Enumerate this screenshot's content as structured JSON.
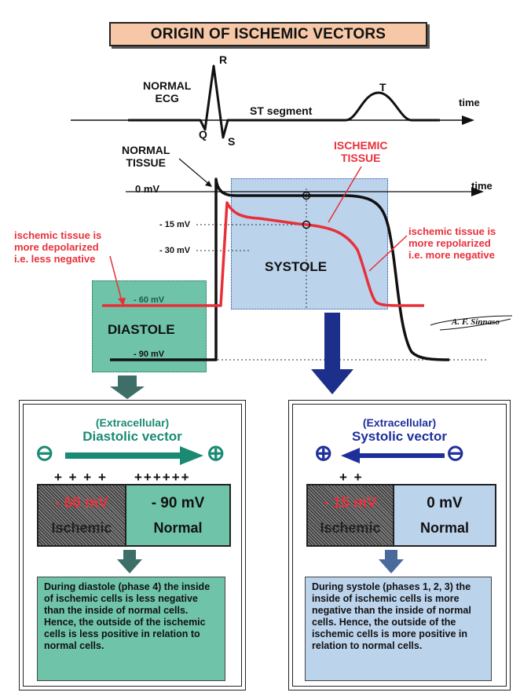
{
  "title": "ORIGIN OF ISCHEMIC VECTORS",
  "ecg": {
    "label": "NORMAL\nECG",
    "r": "R",
    "q": "Q",
    "s": "S",
    "t": "T",
    "st_segment": "ST segment",
    "time": "time"
  },
  "action_potential": {
    "normal_tissue": "NORMAL\nTISSUE",
    "ischemic_tissue": "ISCHEMIC\nTISSUE",
    "zero_mv": "0 mV",
    "time": "time",
    "minus15": "- 15 mV",
    "minus30": "- 30 mV",
    "minus60": "- 60 mV",
    "minus90": "- 90 mV",
    "systole": "SYSTOLE",
    "diastole": "DIASTOLE",
    "note_left": "ischemic tissue is\nmore depolarized\ni.e. less negative",
    "note_right": "ischemic tissue is\nmore repolarized\ni.e. more negative",
    "signature": "A. F. Sinnaso"
  },
  "diastolic_panel": {
    "extracellular": "(Extracellular)",
    "vector": "Diastolic vector",
    "neg": "⊖",
    "pos": "⊕",
    "signs_left": "+ + + +",
    "signs_right": "++++++",
    "ischemic_mv": "- 60 mV",
    "ischemic_label": "Ischemic",
    "normal_mv": "- 90 mV",
    "normal_label": "Normal",
    "description": "During diastole (phase 4) the inside of ischemic cells is less negative than the inside of normal cells. Hence, the outside of the ischemic cells is less positive in relation to normal cells."
  },
  "systolic_panel": {
    "extracellular": "(Extracellular)",
    "vector": "Systolic vector",
    "neg": "⊖",
    "pos": "⊕",
    "signs_left": "+ +",
    "ischemic_mv": "- 15 mV",
    "ischemic_label": "Ischemic",
    "normal_mv": "0 mV",
    "normal_label": "Normal",
    "description": "During systole (phases 1, 2, 3) the inside of ischemic cells is more negative than the inside of normal cells. Hence, the outside of the ischemic cells is more positive in relation to normal cells."
  },
  "colors": {
    "red": "#e8303a",
    "teal": "#1a8a73",
    "navy": "#1e2f9c",
    "systole_fill": "#bcd3ec",
    "diastole_fill": "#6fc3a8",
    "arrow_teal": "#3d6e67",
    "arrow_blue": "#1c2f8a"
  }
}
